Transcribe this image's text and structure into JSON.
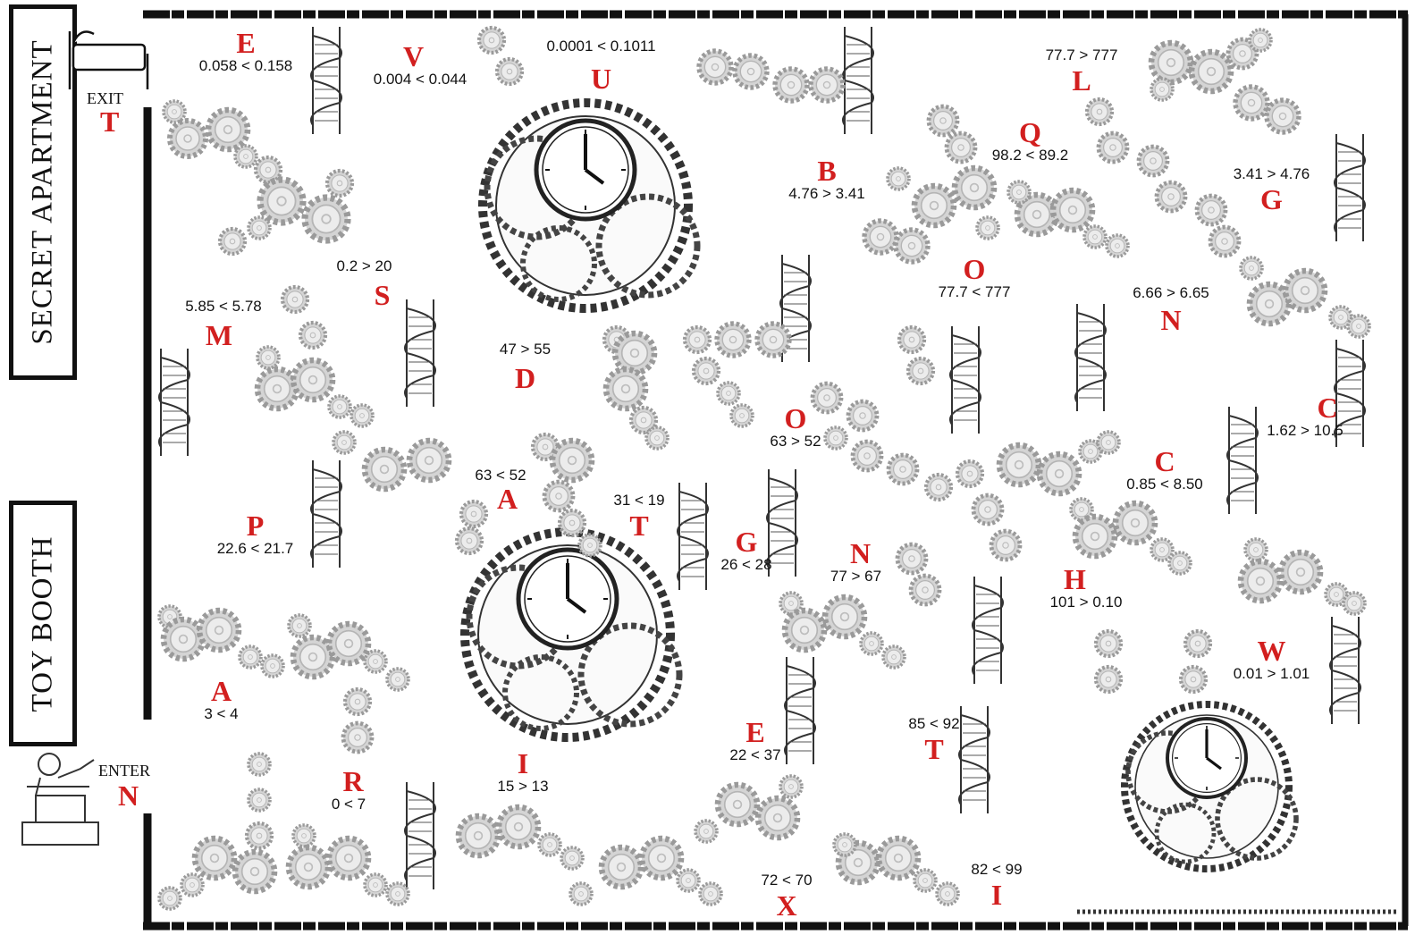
{
  "labels": {
    "top_left_room": "SECRET APARTMENT",
    "bottom_left_room": "TOY BOOTH",
    "exit": "EXIT",
    "exit_letter": "T",
    "enter": "ENTER",
    "enter_letter": "N"
  },
  "colors": {
    "letter": "#d21f1f",
    "text": "#111111",
    "gear": "#c9c9c9",
    "wall": "#111111"
  },
  "nodes": [
    {
      "letter": "E",
      "comparison": "0.058 < 0.158"
    },
    {
      "letter": "V",
      "comparison": "0.004 < 0.044"
    },
    {
      "letter": "U",
      "comparison": "0.0001 < 0.1011"
    },
    {
      "letter": "L",
      "comparison": "77.7 > 777"
    },
    {
      "letter": "Q",
      "comparison": "98.2 < 89.2"
    },
    {
      "letter": "B",
      "comparison": "4.76 > 3.41"
    },
    {
      "letter": "G",
      "comparison": "3.41 > 4.76"
    },
    {
      "letter": "S",
      "comparison": "0.2 > 20"
    },
    {
      "letter": "O",
      "comparison": "77.7 < 777"
    },
    {
      "letter": "N",
      "comparison": "6.66 > 6.65"
    },
    {
      "letter": "M",
      "comparison": "5.85 < 5.78"
    },
    {
      "letter": "D",
      "comparison": "47 > 55"
    },
    {
      "letter": "O",
      "comparison": "63 > 52"
    },
    {
      "letter": "C",
      "comparison": "1.62 > 10.5"
    },
    {
      "letter": "A",
      "comparison": "63 < 52"
    },
    {
      "letter": "T",
      "comparison": "31 < 19"
    },
    {
      "letter": "C",
      "comparison": "0.85 < 8.50"
    },
    {
      "letter": "P",
      "comparison": "22.6 < 21.7"
    },
    {
      "letter": "G",
      "comparison": "26 < 28"
    },
    {
      "letter": "N",
      "comparison": "77 > 67"
    },
    {
      "letter": "H",
      "comparison": "101 > 0.10"
    },
    {
      "letter": "W",
      "comparison": "0.01 > 1.01"
    },
    {
      "letter": "A",
      "comparison": "3 < 4"
    },
    {
      "letter": "E",
      "comparison": "22 < 37"
    },
    {
      "letter": "T",
      "comparison": "85 < 92"
    },
    {
      "letter": "I",
      "comparison": "15 > 13"
    },
    {
      "letter": "R",
      "comparison": "0 < 7"
    },
    {
      "letter": "X",
      "comparison": "72 < 70"
    },
    {
      "letter": "I",
      "comparison": "82 < 99"
    }
  ]
}
